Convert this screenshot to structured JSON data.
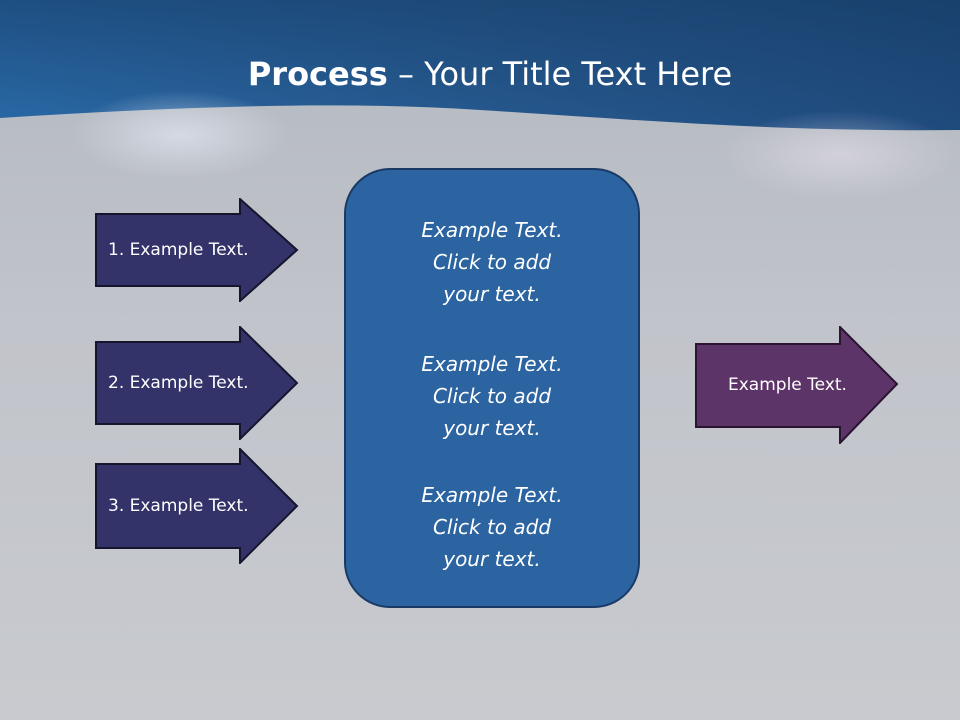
{
  "title": {
    "bold": "Process",
    "rest": " – Your Title Text Here"
  },
  "inputs": [
    {
      "label": "1. Example Text."
    },
    {
      "label": "2. Example Text."
    },
    {
      "label": "3. Example Text."
    }
  ],
  "center": [
    {
      "text": "Example Text.\nClick  to add\nyour text."
    },
    {
      "text": "Example Text.\nClick  to add\nyour text."
    },
    {
      "text": "Example Text.\nClick  to add\nyour text."
    }
  ],
  "output": {
    "label": "Example Text."
  },
  "colors": {
    "input_arrow": "#33336a",
    "output_arrow": "#5c3468",
    "center_box": "#2b64a0",
    "header": "#2c5c91"
  }
}
